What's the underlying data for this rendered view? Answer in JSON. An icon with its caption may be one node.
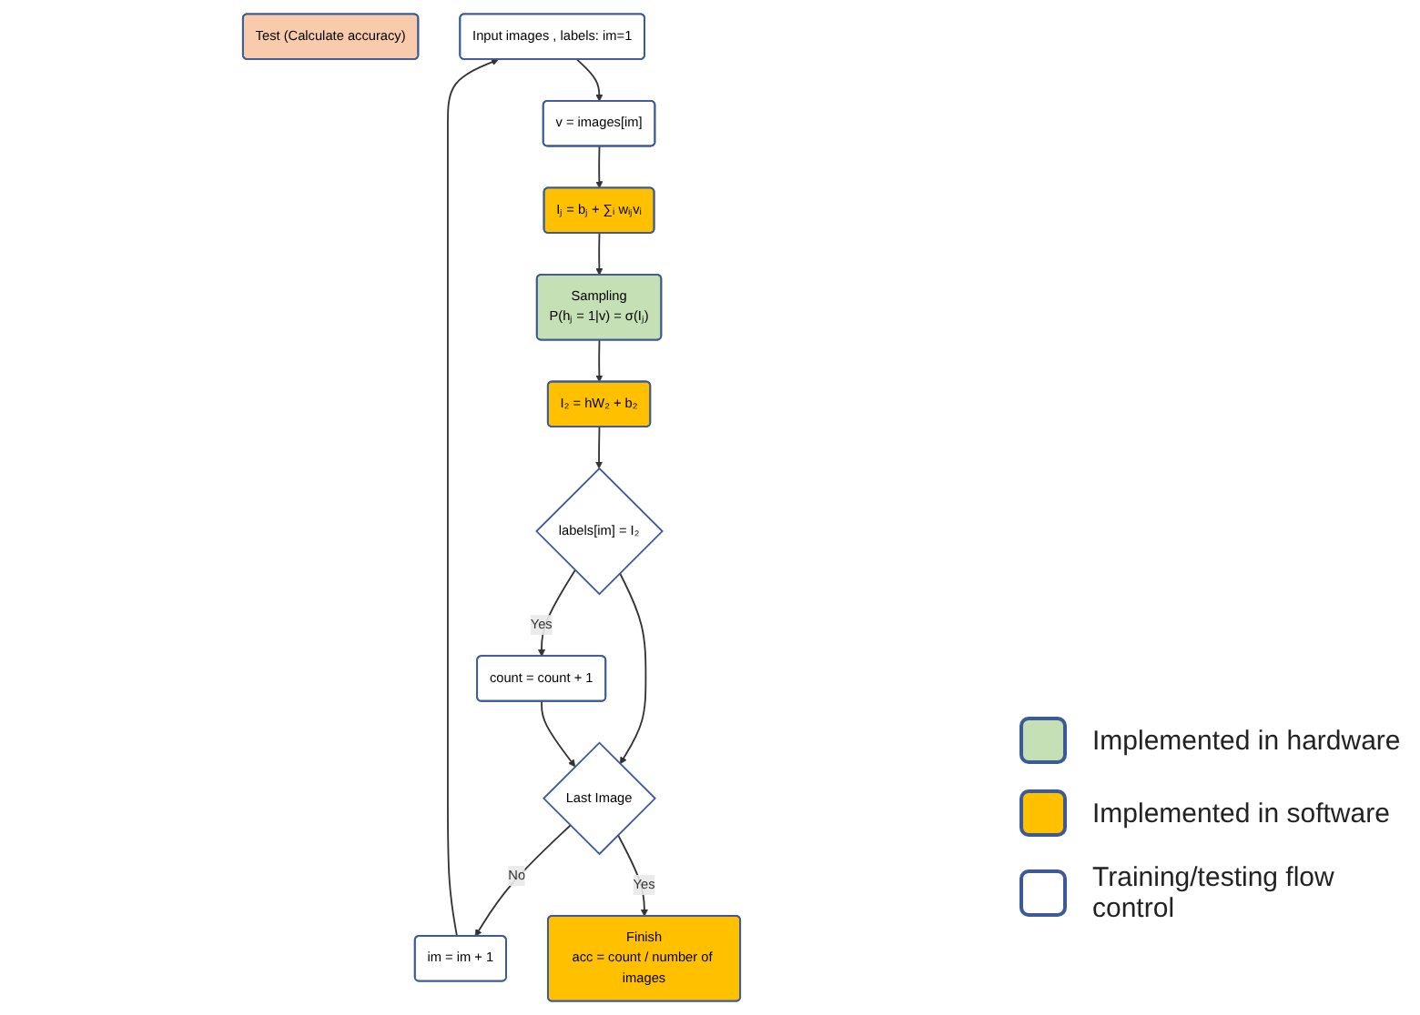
{
  "diagram": {
    "nodes": [
      {
        "text": [
          "Test (Calculate accuracy)"
        ]
      },
      {
        "text": [
          "Input images , labels: im=1"
        ]
      },
      {
        "text": [
          "v = images[im]"
        ]
      },
      {
        "text": [
          "Iⱼ = bⱼ + ∑ᵢ wᵢⱼvᵢ"
        ]
      },
      {
        "text": [
          "Sampling",
          "P(hⱼ = 1|v) = σ(Iⱼ)"
        ]
      },
      {
        "text": [
          "I₂ = hW₂ + b₂"
        ]
      },
      {
        "text": [
          "labels[im] = I₂"
        ]
      },
      {
        "text": [
          "count = count + 1"
        ]
      },
      {
        "text": [
          "Last Image"
        ]
      },
      {
        "text": [
          "im = im + 1"
        ]
      },
      {
        "text": [
          "Finish",
          "acc = count / number of images"
        ]
      }
    ],
    "edges": [
      {
        "from": 1,
        "to": 2,
        "arrow": "to"
      },
      {
        "from": 2,
        "to": 3,
        "arrow": "to"
      },
      {
        "from": 3,
        "to": 4,
        "arrow": "to"
      },
      {
        "from": 4,
        "to": 5,
        "arrow": "to"
      },
      {
        "from": 5,
        "to": 6,
        "arrow": "to"
      },
      {
        "from": 6,
        "to": 7,
        "label": "Yes",
        "arrow": "to"
      },
      {
        "from": 6,
        "to": 8,
        "arrow": "to"
      },
      {
        "from": 7,
        "to": 8,
        "arrow": "to"
      },
      {
        "from": 8,
        "to": 9,
        "label": "No",
        "arrow": "to"
      },
      {
        "from": 9,
        "to": 1,
        "arrow": "to"
      },
      {
        "from": 8,
        "to": 10,
        "label": "Yes",
        "arrow": "to"
      }
    ],
    "legend": [
      {
        "text": "Implemented in hardware",
        "color": "#c5e0b4"
      },
      {
        "text": "Implemented in software",
        "color": "#ffc000"
      },
      {
        "text": "Training/testing flow control",
        "color": "#ffffff"
      }
    ]
  }
}
